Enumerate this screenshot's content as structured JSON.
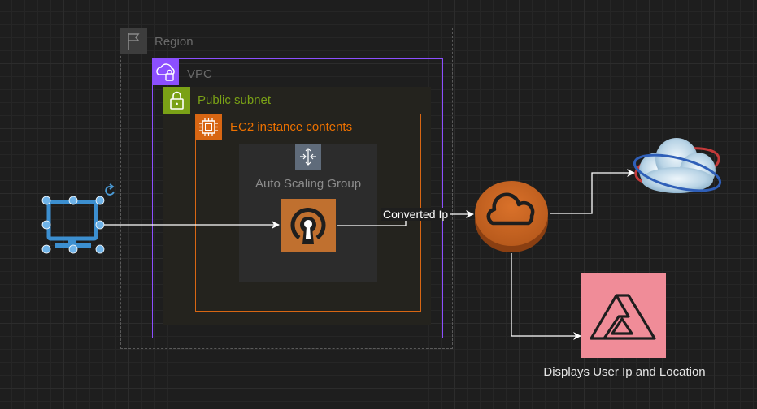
{
  "diagram": {
    "region": {
      "label": "Region",
      "icon": "flag-icon"
    },
    "vpc": {
      "label": "VPC",
      "icon": "cloud-lock-icon"
    },
    "public_subnet": {
      "label": "Public subnet",
      "icon": "padlock-icon"
    },
    "ec2": {
      "label": "EC2 instance contents",
      "icon": "chip-icon"
    },
    "asg": {
      "label": "Auto Scaling Group",
      "icon": "auto-scaling-icon"
    },
    "vpn": {
      "icon": "openvpn-keyhole-icon"
    },
    "client": {
      "icon": "monitor-icon"
    },
    "cloud_service": {
      "icon": "cloud-icon"
    },
    "ip_lookup": {
      "icon": "cloud-globe-icon"
    },
    "amplify": {
      "label": "Displays User Ip and Location",
      "icon": "amplify-icon"
    },
    "edges": {
      "converted_ip": "Converted Ip"
    }
  },
  "colors": {
    "background": "#1e1e1e",
    "vpc": "#8c4fff",
    "subnet": "#7aa116",
    "ec2": "#d86613",
    "vpn_tile": "#c0702f",
    "amplify": "#f08c98",
    "selection": "#4a9ad6"
  }
}
